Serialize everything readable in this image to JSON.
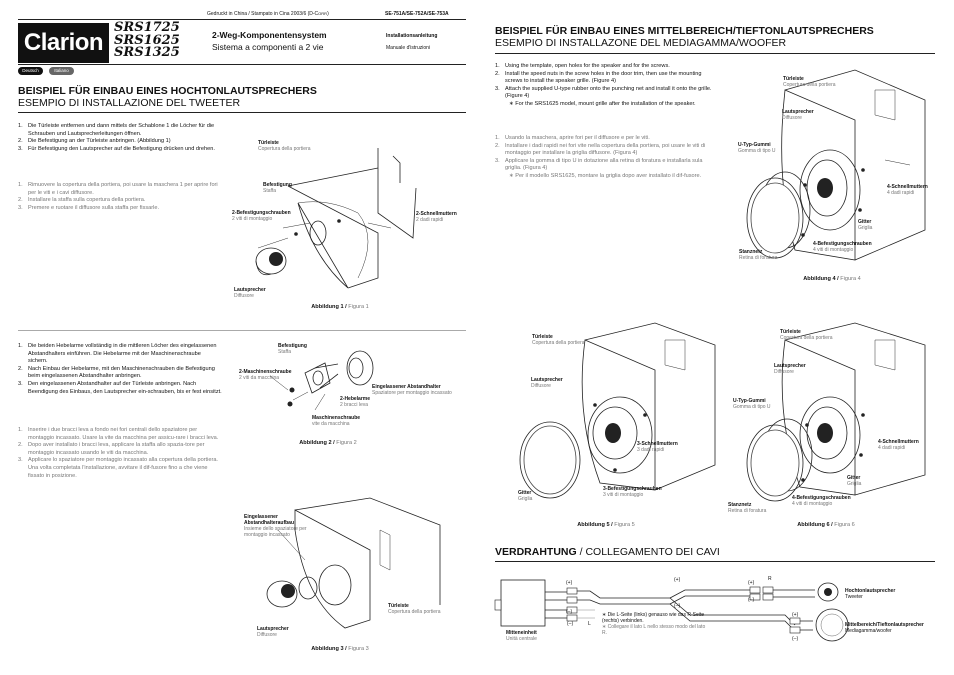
{
  "header": {
    "printed": "Gedruckt in China / Stampato in Cina   2003/6 (D-C",
    "printed_suffix": "ORR",
    "printed_close": ")",
    "model_codes": "SE-751A/SE-752A/SE-753A",
    "brand": "Clarion",
    "models": [
      "SRS1725",
      "SRS1625",
      "SRS1325"
    ],
    "system_de": "2-Weg-Komponentensystem",
    "system_it": "Sistema a componenti a 2 vie",
    "manual_de": "Installationsanleitung",
    "manual_it": "Manuale d'istruzioni",
    "lang_de": "Deutsch",
    "lang_it": "Italiano"
  },
  "tweeter_section": {
    "title_de": "BEISPIEL FÜR EINBAU EINES HOCHTONLAUTSPRECHERS",
    "title_it": "ESEMPIO DI INSTALLAZIONE DEL TWEETER",
    "steps_de": [
      {
        "n": "1.",
        "text": "Die Türleiste entfernen und dann mittels der Schablone 1 die Löcher für die Schrauben und Lautsprecherleitungen öffnen."
      },
      {
        "n": "2.",
        "text": "Die Befestigung an der Türleiste anbringen. (Abbildung 1)"
      },
      {
        "n": "3.",
        "text": "Für Befestigung den Lautsprecher auf die Befestigung drücken und drehen."
      }
    ],
    "steps_it": [
      {
        "n": "1.",
        "text": "Rimuovere la copertura della portiera, poi usare la maschera 1 per aprire fori per le viti e i cavi diffusore."
      },
      {
        "n": "2.",
        "text": "Installare la staffa sulla copertura della portiera."
      },
      {
        "n": "3.",
        "text": "Premere e ruotare il diffusore sulla staffa per fissarle."
      }
    ],
    "fig1": {
      "caption_de": "Abbildung 1",
      "caption_it": "Figura 1",
      "labels": [
        {
          "de": "Türleiste",
          "it": "Copertura della portiera"
        },
        {
          "de": "Befestigung",
          "it": "Staffa"
        },
        {
          "de": "2-Befestigungschrauben",
          "it": "2 viti di montaggio"
        },
        {
          "de": "2-Schnellmuttern",
          "it": "2 dadi rapidi"
        },
        {
          "de": "Lautsprecher",
          "it": "Diffusore"
        }
      ]
    },
    "steps2_de": [
      {
        "n": "1.",
        "text": "Die beiden Hebelarme vollständig in die mittleren Löcher des eingelassenen Abstandhalters einführen. Die Hebelarme mit der Maschinenschraube sichern."
      },
      {
        "n": "2.",
        "text": "Nach Einbau der Hebelarme, mit den Maschinenschrauben die Befestigung beim eingelassenen Abstandhalter anbringen."
      },
      {
        "n": "3.",
        "text": "Den eingelassenen Abstandhalter auf der Türleiste anbringen. Nach Beendigung des Einbaus, den Lautsprecher ein-schrauben, bis er fest einsitzt."
      }
    ],
    "steps2_it": [
      {
        "n": "1.",
        "text": "Inserire i due bracci leva a fondo nei fori centrali dello spaziatore per montaggio incassato. Usare la vite da macchina per assicu-rare i bracci leva."
      },
      {
        "n": "2.",
        "text": "Dopo aver installato i bracci leva, applicare la staffa allo spazia-tore per montaggio incassato usando le viti da macchina."
      },
      {
        "n": "3.",
        "text": "Applicare lo spaziatore per montaggio incassato alla copertura della portiera. Una volta completata l'installazione, avvitare il dif-fusore fino a che viene fissato in posizione."
      }
    ],
    "fig2": {
      "caption_de": "Abbildung 2",
      "caption_it": "Figura 2",
      "labels": [
        {
          "de": "Befestigung",
          "it": "Staffa"
        },
        {
          "de": "2-Maschinenschraube",
          "it": "2 viti da macchina"
        },
        {
          "de": "2-Hebelarme",
          "it": "2 bracci leva"
        },
        {
          "de": "Eingelassener Abstandhalter",
          "it": "Spaziatore per montaggio incassato"
        },
        {
          "de": "Maschinenschraube",
          "it": "vite da macchina"
        }
      ]
    },
    "fig3": {
      "caption_de": "Abbildung 3",
      "caption_it": "Figura 3",
      "labels": [
        {
          "de": "Eingelassener Abstandhalteraufbau",
          "it": "Insieme dello spaziatore per montaggio incassato"
        },
        {
          "de": "Türleiste",
          "it": "Copertura della portiera"
        },
        {
          "de": "Lautsprecher",
          "it": "Diffusore"
        }
      ]
    }
  },
  "woofer_section": {
    "title_de": "BEISPIEL FÜR EINBAU EINES MITTELBEREICH/TIEFTONLAUTSPRECHERS",
    "title_it": "ESEMPIO DI INSTALLAZONE DEL MEDIAGAMMA/WOOFER",
    "steps_en": [
      {
        "n": "1.",
        "text": "Using the template, open holes for the speaker and for the screws."
      },
      {
        "n": "2.",
        "text": "Install the speed nuts in the screw holes in the door trim, then use the mounting screws to install the speaker grille. (Figure 4)"
      },
      {
        "n": "3.",
        "text": "Attach the supplied U-type rubber onto the punching net and install it onto the grille. (Figure 4)"
      },
      {
        "n": "",
        "text": "∗ For the SRS1625 model, mount grille after the installation of the speaker."
      }
    ],
    "steps_it": [
      {
        "n": "1.",
        "text": "Usando la maschera, aprire fori per il diffusore e per le viti."
      },
      {
        "n": "2.",
        "text": "Installare i dadi rapidi nei fori vite nella copertura della portiera, poi usare le viti di montaggio per installare la griglia diffusore. (Figura 4)"
      },
      {
        "n": "3.",
        "text": "Applicare la gomma di tipo U in dotazione alla retina di foratura e installarla sula griglia. (Figura 4)"
      },
      {
        "n": "",
        "text": "∗ Per il modello SRS1625, montare la griglia dopo aver installato il dif-fusore."
      }
    ],
    "fig4": {
      "caption_de": "Abbildung 4",
      "caption_it": "Figura 4",
      "labels": [
        {
          "de": "Türleiste",
          "it": "Copertura della portiera"
        },
        {
          "de": "Lautsprecher",
          "it": "Diffusore"
        },
        {
          "de": "U-Typ-Gummi",
          "it": "Gomma di tipo U"
        },
        {
          "de": "4-Schnellmuttern",
          "it": "4 dadi rapidi"
        },
        {
          "de": "Gitter",
          "it": "Griglia"
        },
        {
          "de": "4-Befestigungschrauben",
          "it": "4 viti di montaggio"
        },
        {
          "de": "Stanznetz",
          "it": "Retina di foratura"
        }
      ]
    },
    "fig5": {
      "caption_de": "Abbildung 5",
      "caption_it": "Figura 5",
      "labels": [
        {
          "de": "Türleiste",
          "it": "Copertura della portiera"
        },
        {
          "de": "Lautsprecher",
          "it": "Diffusore"
        },
        {
          "de": "3-Schnellmuttern",
          "it": "3 dadi rapidi"
        },
        {
          "de": "3-Befestigungschrauben",
          "it": "3 viti di montaggio"
        },
        {
          "de": "Gitter",
          "it": "Griglia"
        }
      ]
    },
    "fig6": {
      "caption_de": "Abbildung 6",
      "caption_it": "Figura 6",
      "labels": [
        {
          "de": "Türleiste",
          "it": "Copertura della portiera"
        },
        {
          "de": "Lautsprecher",
          "it": "Diffusore"
        },
        {
          "de": "U-Typ-Gummi",
          "it": "Gomma di tipo U"
        },
        {
          "de": "4-Schnellmuttern",
          "it": "4 dadi rapidi"
        },
        {
          "de": "Gitter",
          "it": "Griglia"
        },
        {
          "de": "4-Befestigungschrauben",
          "it": "4 viti di montaggio"
        },
        {
          "de": "Stanznetz",
          "it": "Retina di foratura"
        }
      ]
    }
  },
  "wiring": {
    "title_de": "VERDRAHTUNG",
    "title_it": "COLLEGAMENTO DEI CAVI",
    "head_unit_de": "Mitteneinheit",
    "head_unit_it": "Unità centrale",
    "tweeter_de": "Hochtonlautsprecher",
    "tweeter_it": "Tweeter",
    "woofer_de": "Mittelbereich/Tieftonlautsprecher",
    "woofer_it": "Mediagamma/woofer",
    "note_de": "∗ Die L-Seite (links) genauso wie das R-Seite (rechts) verbinden.",
    "note_it": "∗ Collegare il lato L nello stesso modo del lato R.",
    "plus": "(+)",
    "minus": "(–)",
    "r": "R",
    "l": "L"
  }
}
